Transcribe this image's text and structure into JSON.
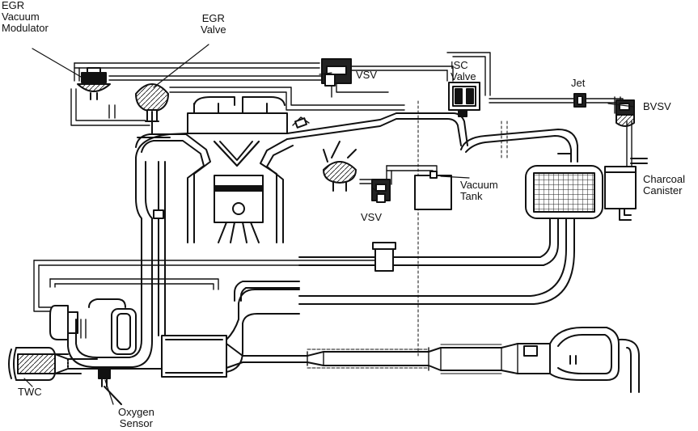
{
  "labels": {
    "egr_vacuum_modulator": [
      "EGR",
      "Vacuum",
      "Modulator"
    ],
    "egr_valve": [
      "EGR",
      "Valve"
    ],
    "vsv_top": "VSV",
    "isc_valve": [
      "ISC",
      "Valve"
    ],
    "jet": "Jet",
    "bvsv": "BVSV",
    "vacuum_tank": [
      "Vacuum",
      "Tank"
    ],
    "vsv_bottom": "VSV",
    "charcoal_canister": [
      "Charcoal",
      "Canister"
    ],
    "twc": "TWC",
    "oxygen_sensor": [
      "Oxygen",
      "Sensor"
    ]
  },
  "colors": {
    "ink": "#111111",
    "paper": "#ffffff",
    "grid": "#333333"
  }
}
